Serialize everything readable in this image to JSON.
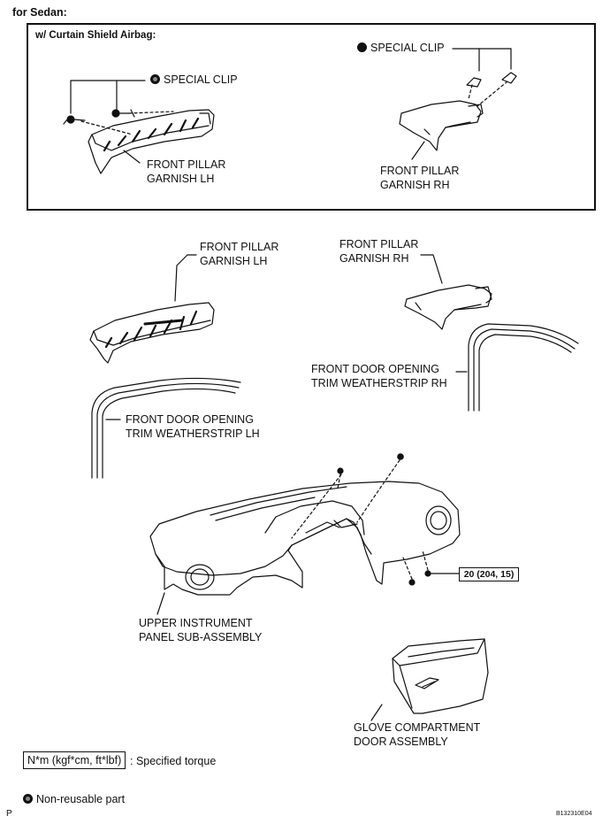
{
  "header": {
    "applies_to": "for Sedan:"
  },
  "inset": {
    "title": "w/ Curtain Shield Airbag:",
    "clip_lh_label": "SPECIAL CLIP",
    "clip_rh_label": "SPECIAL CLIP",
    "garnish_lh_line1": "FRONT PILLAR",
    "garnish_lh_line2": "GARNISH LH",
    "garnish_rh_line1": "FRONT PILLAR",
    "garnish_rh_line2": "GARNISH RH"
  },
  "parts": {
    "garnish_lh_line1": "FRONT PILLAR",
    "garnish_lh_line2": "GARNISH LH",
    "garnish_rh_line1": "FRONT PILLAR",
    "garnish_rh_line2": "GARNISH RH",
    "weatherstrip_rh_line1": "FRONT DOOR OPENING",
    "weatherstrip_rh_line2": "TRIM WEATHERSTRIP RH",
    "weatherstrip_lh_line1": "FRONT DOOR OPENING",
    "weatherstrip_lh_line2": "TRIM WEATHERSTRIP LH",
    "panel_line1": "UPPER INSTRUMENT",
    "panel_line2": "PANEL SUB-ASSEMBLY",
    "glovebox_line1": "GLOVE COMPARTMENT",
    "glovebox_line2": "DOOR ASSEMBLY",
    "torque_value": "20 (204, 15)"
  },
  "legend": {
    "torque_unit": "N*m (kgf*cm, ft*lbf)",
    "torque_desc": ": Specified torque",
    "nonreusable": "Non-reusable part"
  },
  "footer": {
    "left_mark": "P",
    "figure_code": "B132310E04"
  }
}
